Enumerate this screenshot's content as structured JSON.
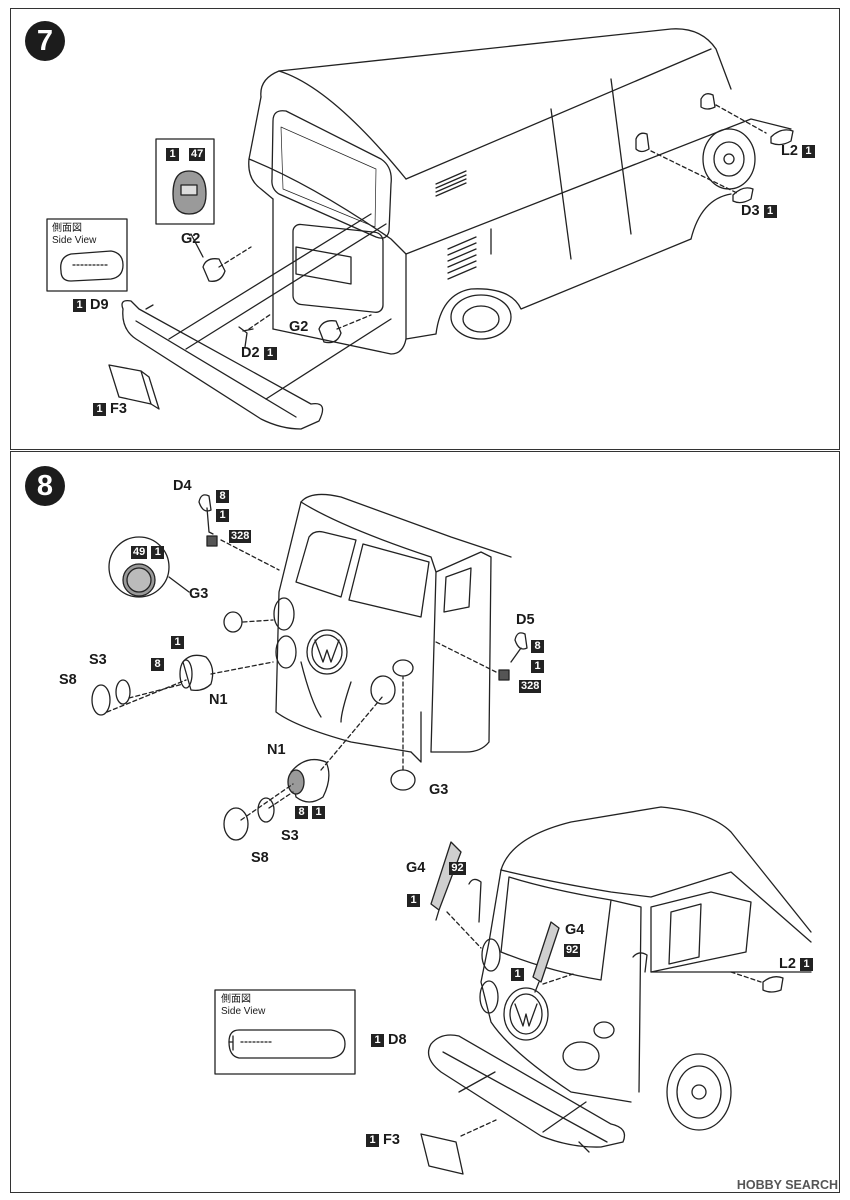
{
  "steps": {
    "step7": {
      "number": "7"
    },
    "step8": {
      "number": "8"
    }
  },
  "side_view": {
    "jp": "側面図",
    "en": "Side View"
  },
  "step7_parts": {
    "G2_top": "G2",
    "G2_bottom": "G2",
    "D9": {
      "qty": "1",
      "code": "D9"
    },
    "F3": {
      "qty": "1",
      "code": "F3"
    },
    "D2": {
      "code": "D2",
      "qty": "1"
    },
    "L2": {
      "code": "L2",
      "qty": "1"
    },
    "D3": {
      "code": "D3",
      "qty": "1"
    },
    "paint_box": {
      "a": "1",
      "b": "47"
    }
  },
  "step8_parts": {
    "D4": {
      "code": "D4",
      "paint1": "8",
      "paint2": "1",
      "paint3": "328"
    },
    "D5": {
      "code": "D5",
      "paint1": "8",
      "paint2": "1",
      "paint3": "328"
    },
    "G3_left": "G3",
    "G3_bottom": "G3",
    "paint_circle": {
      "a": "49",
      "b": "1"
    },
    "N1_left": {
      "code": "N1",
      "paint_a": "1",
      "paint_b": "8"
    },
    "S3_left": "S3",
    "S8_left": "S8",
    "N1_mid": {
      "code": "N1",
      "paint_a": "8",
      "paint_b": "1"
    },
    "S3_mid": "S3",
    "S8_mid": "S8",
    "G4_left": {
      "code": "G4",
      "paint": "92",
      "qty": "1"
    },
    "G4_right": {
      "code": "G4",
      "paint": "92",
      "qty": "1"
    },
    "L2": {
      "code": "L2",
      "qty": "1"
    },
    "D8": {
      "qty": "1",
      "code": "D8"
    },
    "F3": {
      "qty": "1",
      "code": "F3"
    }
  },
  "watermark": "HOBBY SEARCH"
}
